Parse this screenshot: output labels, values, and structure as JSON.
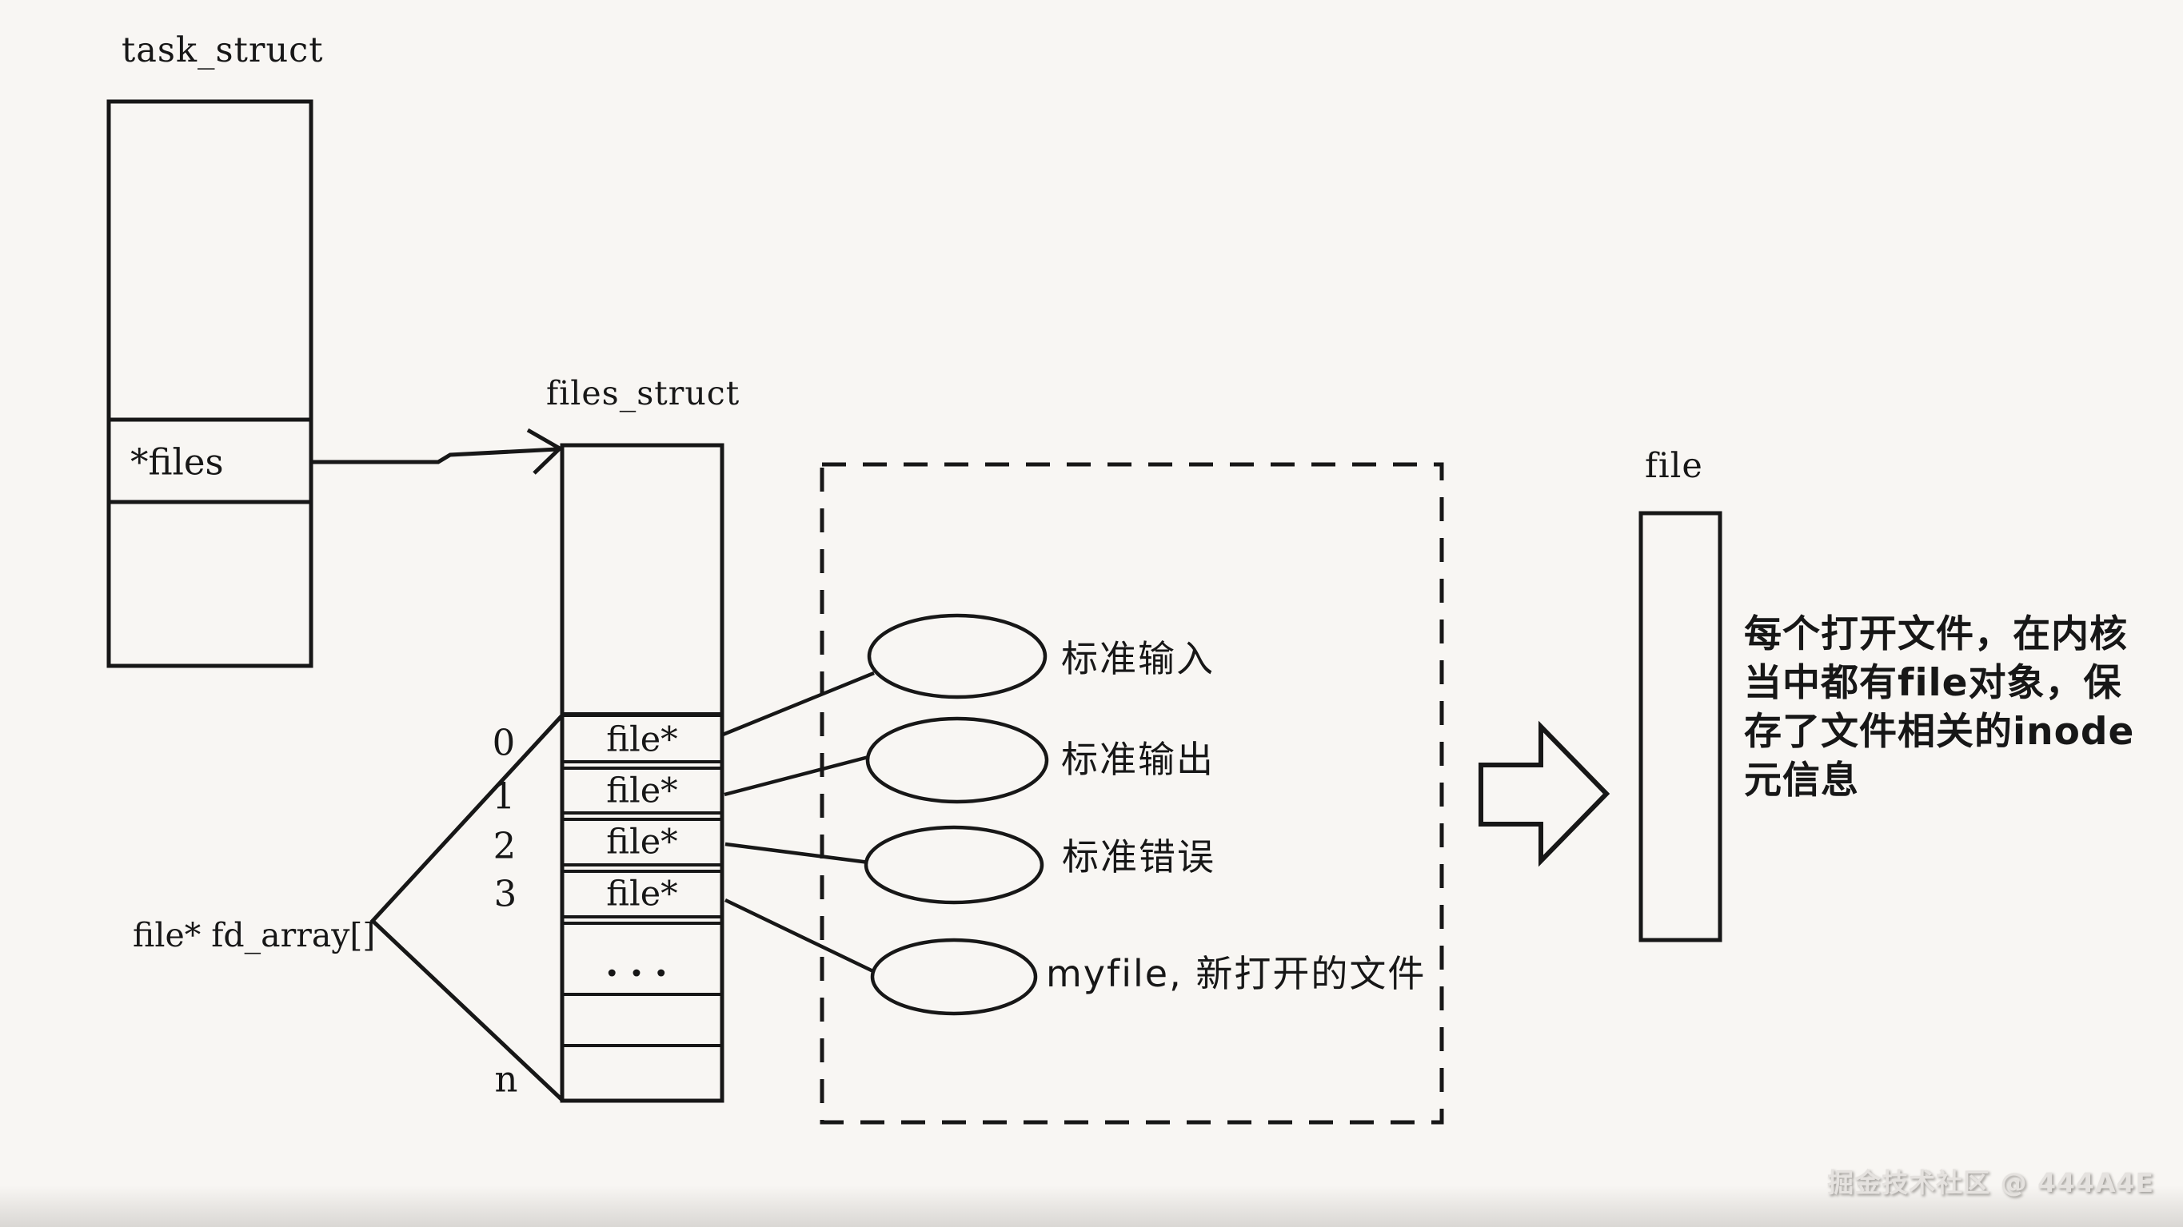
{
  "colors": {
    "ink": "#171717",
    "background": "#f8f6f3",
    "watermark": "#e5e2df"
  },
  "task_struct": {
    "title": "task_struct",
    "pointer_field": "*files"
  },
  "files_struct": {
    "title": "files_struct",
    "array_label": "file* fd_array[]",
    "cells": [
      {
        "index": "0",
        "value": "file*"
      },
      {
        "index": "1",
        "value": "file*"
      },
      {
        "index": "2",
        "value": "file*"
      },
      {
        "index": "3",
        "value": "file*"
      }
    ],
    "ellipsis": "...",
    "last_index": "n"
  },
  "open_files": {
    "labels": [
      "标准输入",
      "标准输出",
      "标准错误",
      "myfile, 新打开的文件"
    ]
  },
  "file_object": {
    "title": "file",
    "note_lines": [
      "每个打开文件，在内核",
      "当中都有file对象，保",
      "存了文件相关的inode",
      "元信息"
    ]
  },
  "watermark": "掘金技术社区 @ 444A4E"
}
